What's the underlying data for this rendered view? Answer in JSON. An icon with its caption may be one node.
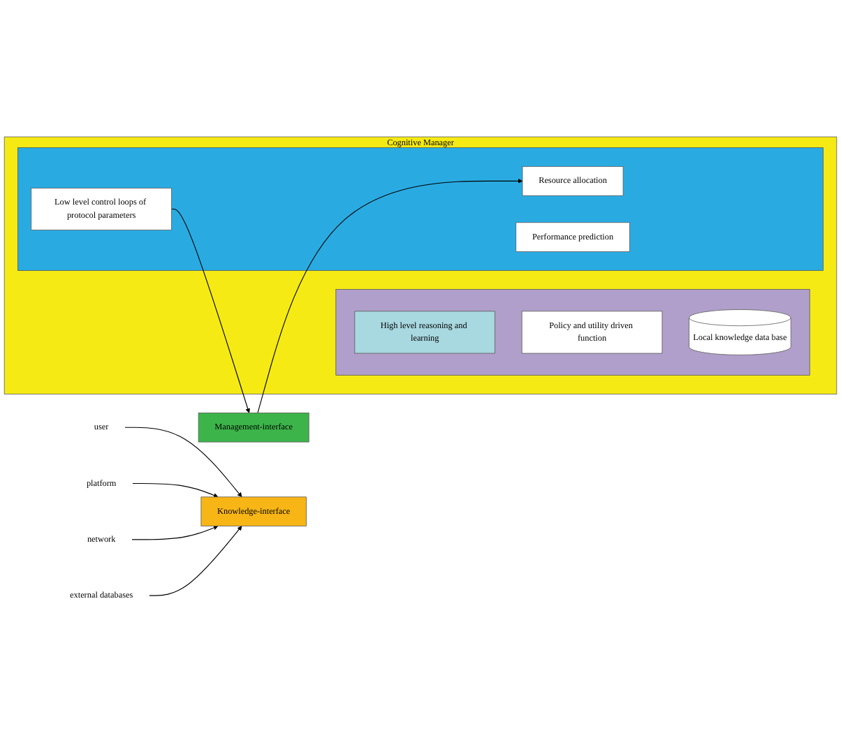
{
  "diagram": {
    "nodes": [
      {
        "text": [
          "user"
        ]
      },
      {
        "text": [
          "platform"
        ]
      },
      {
        "text": [
          "network"
        ]
      },
      {
        "text": [
          "external databases"
        ]
      },
      {
        "text": [
          "Knowledge-interface"
        ]
      },
      {
        "text": [
          "Cognitive Manager"
        ]
      },
      {
        "text": [],
        "shape": "box",
        "in": 5
      },
      {
        "text": [
          "High level reasoning and learning"
        ],
        "in": 6
      },
      {
        "text": [
          "Policy and utility driven function"
        ],
        "in": 6
      },
      {
        "text": [
          "Local knowledge data base"
        ],
        "in": 6
      },
      {
        "text": [],
        "shape": "box",
        "in": 5
      },
      {
        "text": [
          "Low level control loops of protocol parameters"
        ],
        "in": 10
      },
      {
        "text": [
          "Resource allocation"
        ],
        "in": 10
      },
      {
        "text": [
          "Performance prediction"
        ],
        "in": 10
      },
      {
        "text": [
          "Management-interface"
        ]
      }
    ],
    "edges": [
      {
        "from": 0,
        "to": 4,
        "arrow": "to"
      },
      {
        "from": 1,
        "to": 4,
        "arrow": "to"
      },
      {
        "from": 2,
        "to": 4,
        "arrow": "to"
      },
      {
        "from": 3,
        "to": 4,
        "arrow": "to"
      },
      {
        "from": 11,
        "to": 14,
        "arrow": "to"
      },
      {
        "from": 14,
        "to": 12,
        "arrow": "to"
      }
    ]
  }
}
